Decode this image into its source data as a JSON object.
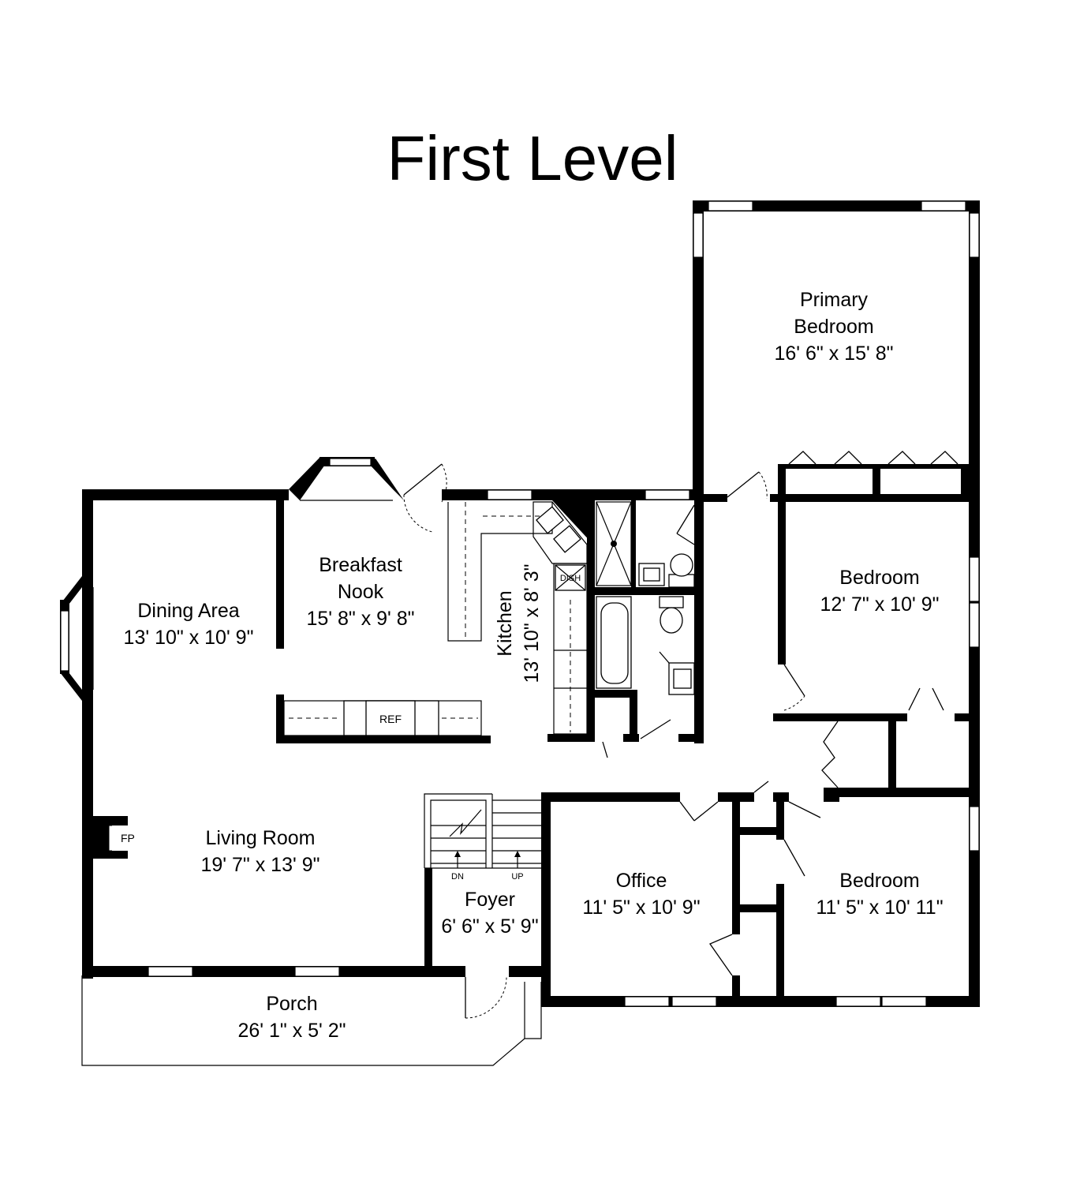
{
  "title": "First Level",
  "rooms": {
    "primary_bedroom": {
      "name_line1": "Primary",
      "name_line2": "Bedroom",
      "dims": "16' 6\" x 15' 8\""
    },
    "bedroom_2": {
      "name": "Bedroom",
      "dims": "12' 7\" x 10' 9\""
    },
    "bedroom_3": {
      "name": "Bedroom",
      "dims": "11' 5\" x 10' 11\""
    },
    "breakfast_nook": {
      "name_line1": "Breakfast",
      "name_line2": "Nook",
      "dims": "15' 8\" x 9' 8\""
    },
    "dining_area": {
      "name": "Dining Area",
      "dims": "13' 10\" x 10' 9\""
    },
    "kitchen": {
      "name": "Kitchen",
      "dims": "13' 10\" x 8' 3\""
    },
    "living_room": {
      "name": "Living Room",
      "dims": "19' 7\" x 13' 9\""
    },
    "office": {
      "name": "Office",
      "dims": "11' 5\" x 10' 9\""
    },
    "foyer": {
      "name": "Foyer",
      "dims": "6' 6\" x 5' 9\""
    },
    "porch": {
      "name": "Porch",
      "dims": "26' 1\" x 5' 2\""
    }
  },
  "fixtures": {
    "ref": "REF",
    "dish": "DISH",
    "fireplace": "FP",
    "stairs_down": "DN",
    "stairs_up": "UP"
  }
}
